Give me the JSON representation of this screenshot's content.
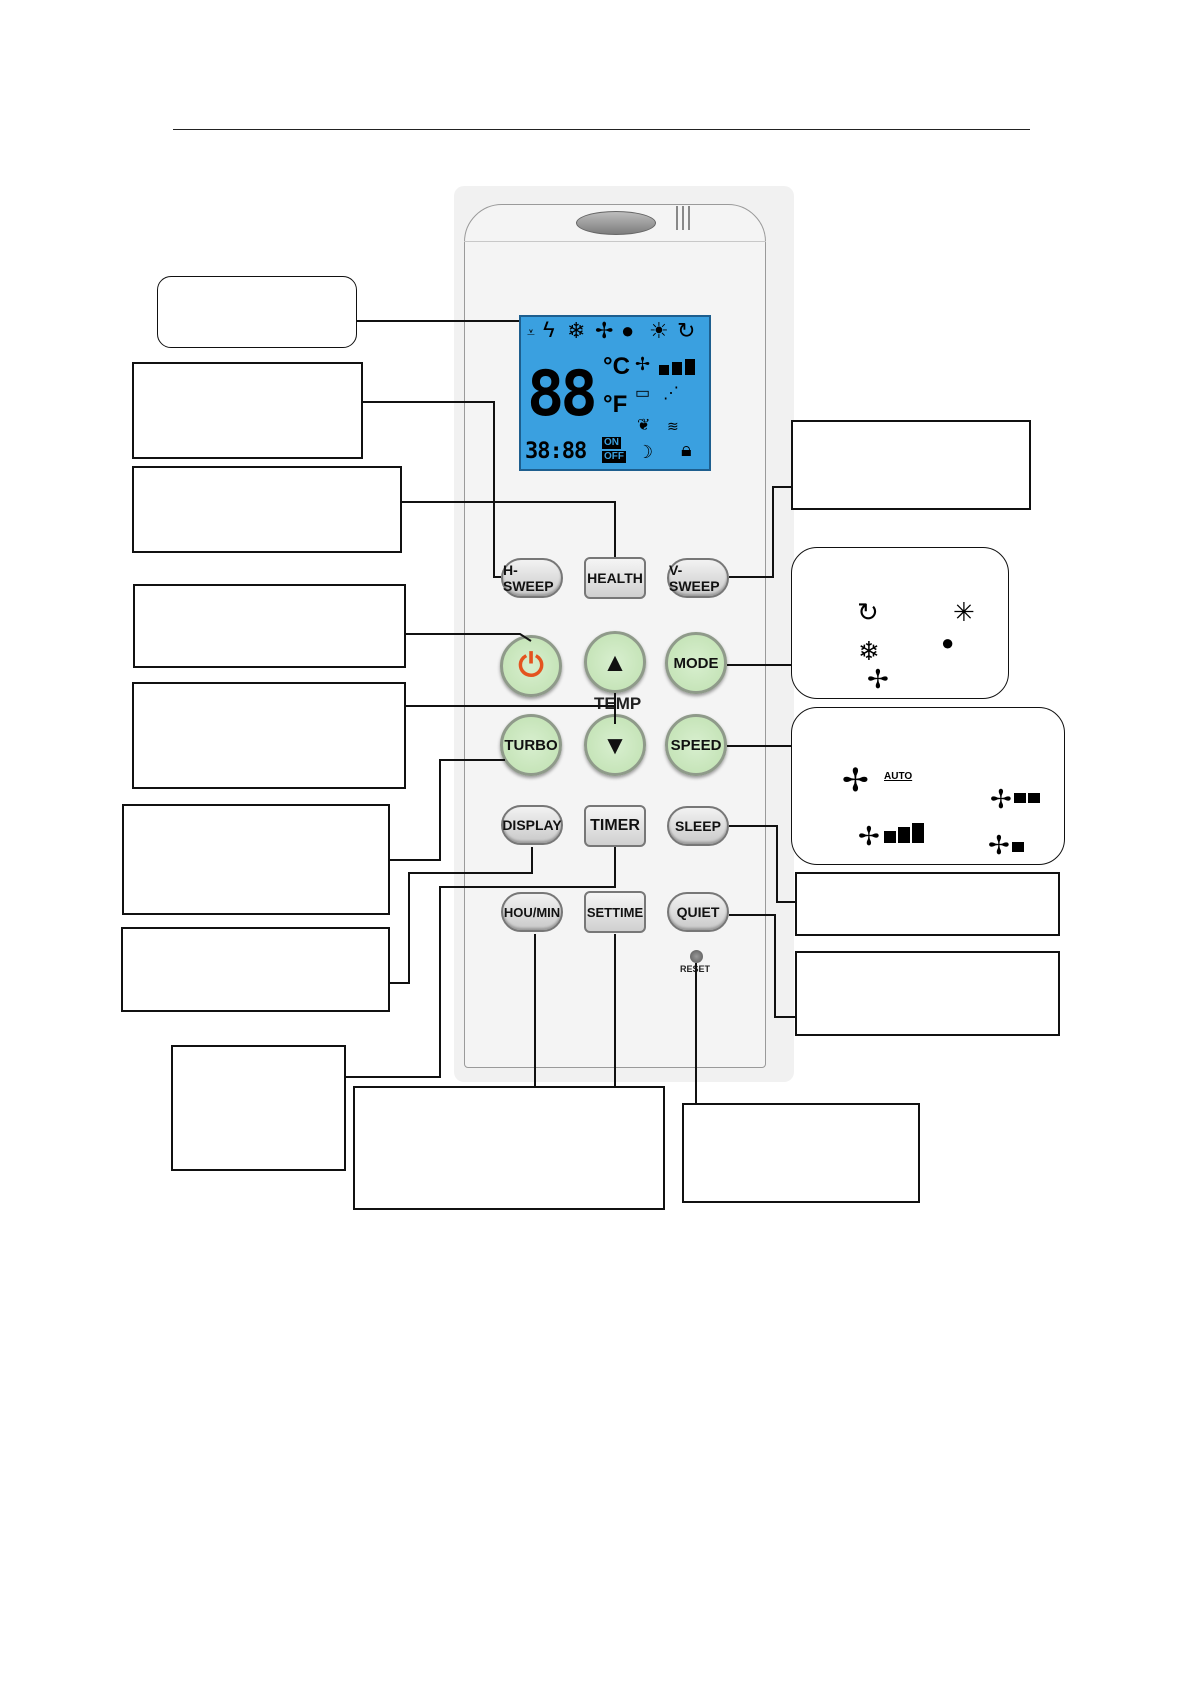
{
  "remote": {
    "buttons": {
      "h_sweep": "H-SWEEP",
      "health": "HEALTH",
      "v_sweep": "V-SWEEP",
      "power_icon": "power-icon",
      "temp_up_icon": "triangle-up-icon",
      "mode": "MODE",
      "temp_label": "TEMP",
      "turbo": "TURBO",
      "temp_down_icon": "triangle-down-icon",
      "speed": "SPEED",
      "display": "DISPLAY",
      "timer": "TIMER",
      "sleep": "SLEEP",
      "hou_min": "HOU/MIN",
      "settime": "SETTIME",
      "quiet": "QUIET",
      "reset": "RESET"
    },
    "lcd": {
      "temperature": "88",
      "unit_c": "°C",
      "unit_f": "°F",
      "clock": "38:88",
      "on": "ON",
      "off": "OFF",
      "background_color": "#3aa0e0"
    },
    "button_color": "#c6e6b9",
    "power_color": "#e4531f"
  },
  "mode_callout": {
    "icons": [
      "auto-cycle-icon",
      "sun-heat-icon",
      "snowflake-cool-icon",
      "drop-dry-icon",
      "fan-icon"
    ]
  },
  "speed_callout": {
    "auto_label": "AUTO",
    "icons": [
      "fan-auto-icon",
      "fan-medium-icon",
      "fan-high-icon",
      "fan-low-icon"
    ]
  }
}
